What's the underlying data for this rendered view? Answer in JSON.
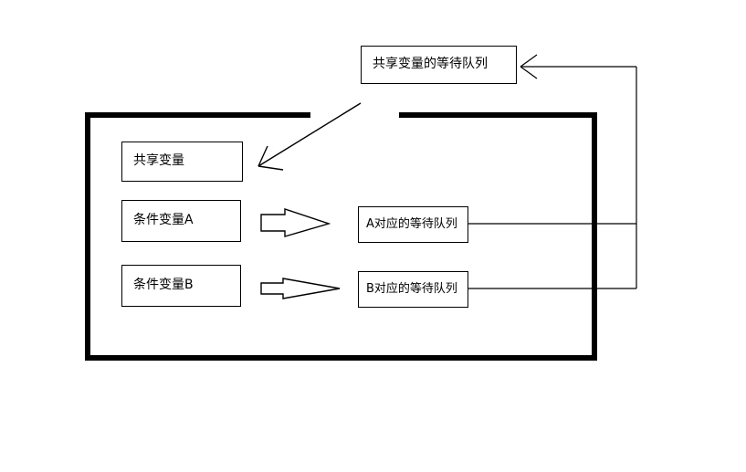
{
  "diagram": {
    "title_box": {
      "label": "共享变量的等待队列"
    },
    "monitor": {
      "shared_variable_box": {
        "label": "共享变量"
      },
      "condition_variable_a_box": {
        "label": "条件变量A"
      },
      "condition_variable_b_box": {
        "label": "条件变量B"
      },
      "queue_a_box": {
        "label": "A对应的等待队列"
      },
      "queue_b_box": {
        "label": "B对应的等待队列"
      }
    },
    "colors": {
      "stroke": "#000000",
      "background": "#ffffff"
    }
  }
}
